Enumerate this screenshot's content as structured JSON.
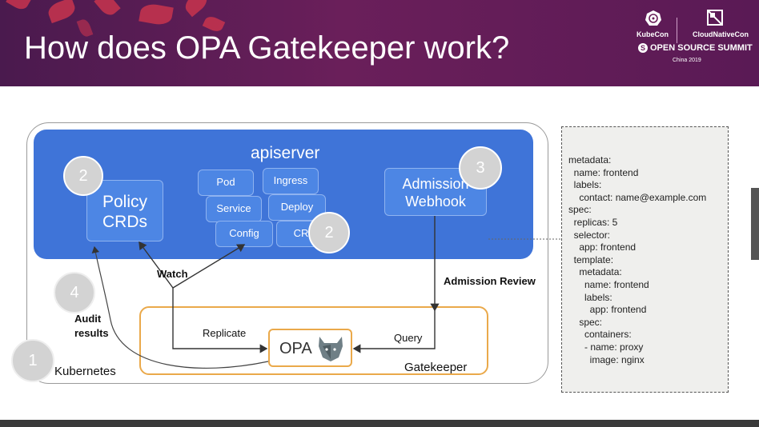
{
  "slide": {
    "title": "How does OPA Gatekeeper work?",
    "logo": {
      "kubecon": "KubeCon",
      "cloudnativecon": "CloudNativeCon",
      "summit": "OPEN SOURCE SUMMIT",
      "event": "China 2019"
    }
  },
  "diagram": {
    "apiserver_label": "apiserver",
    "policy_label_line1": "Policy",
    "policy_label_line2": "CRDs",
    "admission_line1": "Admission",
    "admission_line2": "Webhook",
    "resources": [
      "Pod",
      "Ingress",
      "Service",
      "Deploy",
      "Config",
      "CR"
    ],
    "badges": [
      "2",
      "2",
      "3",
      "4",
      "1"
    ],
    "watch_label": "Watch",
    "admission_review_label": "Admission Review",
    "audit_line1": "Audit",
    "audit_line2": "results",
    "replicate_label": "Replicate",
    "query_label": "Query",
    "opa_label": "OPA",
    "kubernetes_label": "Kubernetes",
    "gatekeeper_label": "Gatekeeper"
  },
  "yaml_lines": [
    "metadata:",
    "  name: frontend",
    "  labels:",
    "    contact: name@example.com",
    "spec:",
    "  replicas: 5",
    "  selector:",
    "    app: frontend",
    "  template:",
    "    metadata:",
    "      name: frontend",
    "      labels:",
    "        app: frontend",
    "    spec:",
    "      containers:",
    "      - name: proxy",
    "        image: nginx"
  ],
  "colors": {
    "apiserver_blue": "#3f74d8",
    "gatekeeper_orange": "#eaa94a",
    "header_purple": "#5a1a55"
  },
  "icons": [
    "kubernetes-logo-icon",
    "cncf-logo-icon",
    "opa-logo-icon"
  ]
}
